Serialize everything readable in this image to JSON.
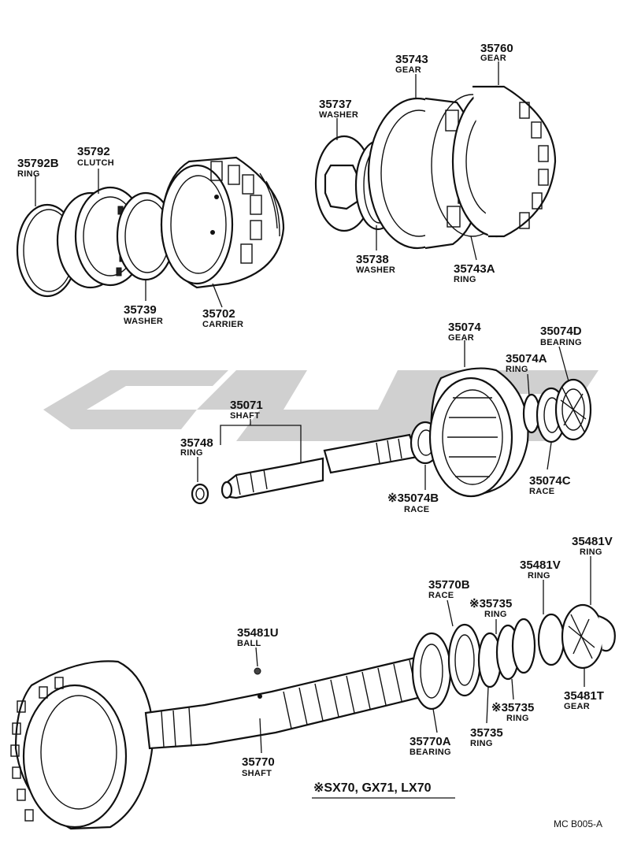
{
  "parts": [
    {
      "key": "p35792B",
      "number": "35792B",
      "name": "RING"
    },
    {
      "key": "p35792",
      "number": "35792",
      "name": "CLUTCH"
    },
    {
      "key": "p35739",
      "number": "35739",
      "name": "WASHER"
    },
    {
      "key": "p35702",
      "number": "35702",
      "name": "CARRIER"
    },
    {
      "key": "p35737",
      "number": "35737",
      "name": "WASHER"
    },
    {
      "key": "p35743",
      "number": "35743",
      "name": "GEAR"
    },
    {
      "key": "p35760",
      "number": "35760",
      "name": "GEAR"
    },
    {
      "key": "p35738",
      "number": "35738",
      "name": "WASHER"
    },
    {
      "key": "p35743A",
      "number": "35743A",
      "name": "RING"
    },
    {
      "key": "p35074",
      "number": "35074",
      "name": "GEAR"
    },
    {
      "key": "p35074D",
      "number": "35074D",
      "name": "BEARING"
    },
    {
      "key": "p35074A",
      "number": "35074A",
      "name": "RING"
    },
    {
      "key": "p35071",
      "number": "35071",
      "name": "SHAFT"
    },
    {
      "key": "p35748",
      "number": "35748",
      "name": "RING"
    },
    {
      "key": "p35074C",
      "number": "35074C",
      "name": "RACE"
    },
    {
      "key": "p35074B",
      "number": "※35074B",
      "name": "RACE"
    },
    {
      "key": "p35481Vb",
      "number": "35481V",
      "name": "RING"
    },
    {
      "key": "p35481Va",
      "number": "35481V",
      "name": "RING"
    },
    {
      "key": "p35770B",
      "number": "35770B",
      "name": "RACE"
    },
    {
      "key": "p35735a",
      "number": "※35735",
      "name": "RING"
    },
    {
      "key": "p35481U",
      "number": "35481U",
      "name": "BALL"
    },
    {
      "key": "p35481T",
      "number": "35481T",
      "name": "GEAR"
    },
    {
      "key": "p35735b",
      "number": "※35735",
      "name": "RING"
    },
    {
      "key": "p35770A",
      "number": "35770A",
      "name": "BEARING"
    },
    {
      "key": "p35735c",
      "number": "35735",
      "name": "RING"
    },
    {
      "key": "p35770",
      "number": "35770",
      "name": "SHAFT"
    }
  ],
  "footnote": "※SX70, GX71, LX70",
  "figure_ref": "MC  B005-A",
  "colors": {
    "ink": "#111111",
    "watermark": "#c8c8c8",
    "paper": "#ffffff"
  }
}
